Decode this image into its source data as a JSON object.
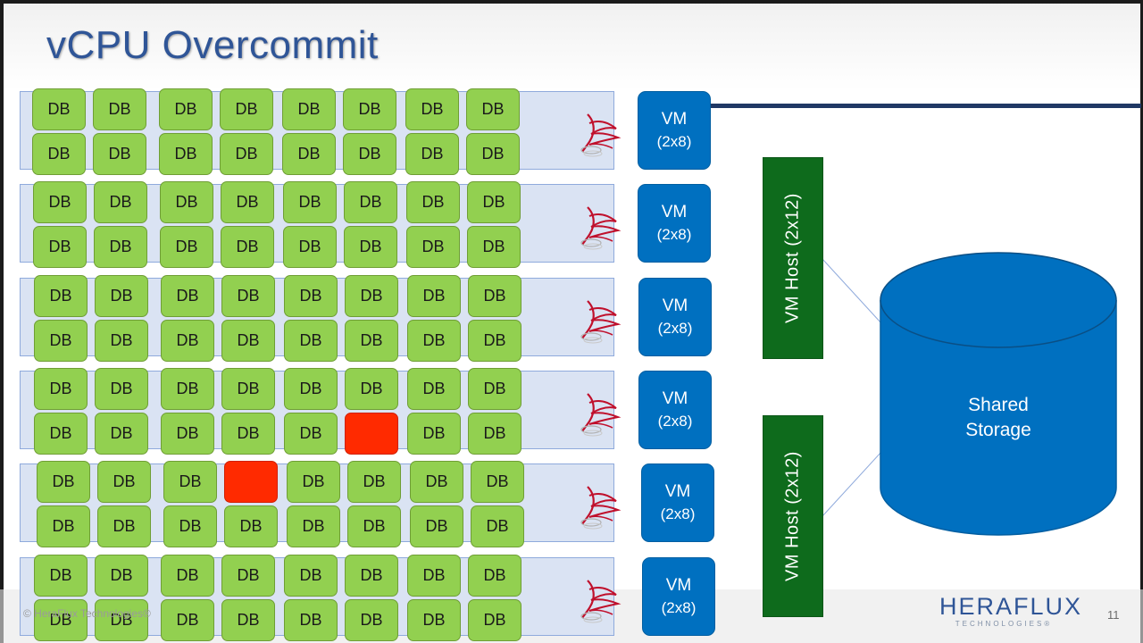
{
  "slide": {
    "title": "vCPU Overcommit",
    "copyright": "© HeraFlux Technologies®",
    "page_number": "11",
    "logo": {
      "main": "HERAFLUX",
      "sub": "TECHNOLOGIES®"
    }
  },
  "db_label": "DB",
  "db_rows": [
    {
      "top": [
        "DB",
        "DB",
        "DB",
        "DB",
        "DB",
        "DB",
        "DB",
        "DB"
      ],
      "bottom": [
        "DB",
        "DB",
        "DB",
        "DB",
        "DB",
        "DB",
        "DB",
        "DB"
      ],
      "failed_top": [],
      "failed_bottom": []
    },
    {
      "top": [
        "DB",
        "DB",
        "DB",
        "DB",
        "DB",
        "DB",
        "DB",
        "DB"
      ],
      "bottom": [
        "DB",
        "DB",
        "DB",
        "DB",
        "DB",
        "DB",
        "DB",
        "DB"
      ],
      "failed_top": [],
      "failed_bottom": []
    },
    {
      "top": [
        "DB",
        "DB",
        "DB",
        "DB",
        "DB",
        "DB",
        "DB",
        "DB"
      ],
      "bottom": [
        "DB",
        "DB",
        "DB",
        "DB",
        "DB",
        "DB",
        "DB",
        "DB"
      ],
      "failed_top": [],
      "failed_bottom": []
    },
    {
      "top": [
        "DB",
        "DB",
        "DB",
        "DB",
        "DB",
        "DB",
        "DB",
        "DB"
      ],
      "bottom": [
        "DB",
        "DB",
        "DB",
        "DB",
        "DB",
        "",
        "DB",
        "DB"
      ],
      "failed_top": [],
      "failed_bottom": [
        5
      ]
    },
    {
      "top": [
        "DB",
        "DB",
        "DB",
        "",
        "DB",
        "DB",
        "DB",
        "DB"
      ],
      "bottom": [
        "DB",
        "DB",
        "DB",
        "DB",
        "DB",
        "DB",
        "DB",
        "DB"
      ],
      "failed_top": [
        3
      ],
      "failed_bottom": []
    },
    {
      "top": [
        "DB",
        "DB",
        "DB",
        "DB",
        "DB",
        "DB",
        "DB",
        "DB"
      ],
      "bottom": [
        "DB",
        "DB",
        "DB",
        "DB",
        "DB",
        "DB",
        "DB",
        "DB"
      ],
      "failed_top": [],
      "failed_bottom": []
    }
  ],
  "vms": [
    {
      "label": "VM",
      "size": "(2x8)"
    },
    {
      "label": "VM",
      "size": "(2x8)"
    },
    {
      "label": "VM",
      "size": "(2x8)"
    },
    {
      "label": "VM",
      "size": "(2x8)"
    },
    {
      "label": "VM",
      "size": "(2x8)"
    },
    {
      "label": "VM",
      "size": "(2x8)"
    }
  ],
  "hosts": [
    {
      "label": "VM Host (2x12)"
    },
    {
      "label": "VM Host (2x12)"
    }
  ],
  "storage": {
    "label_line1": "Shared",
    "label_line2": "Storage"
  },
  "colors": {
    "db_ok": "#92d050",
    "db_failed": "#ff2a00",
    "vm": "#0070c0",
    "host": "#0e6b1c",
    "storage": "#0070c0",
    "row_band": "#dae3f3",
    "title": "#2f5597",
    "sql_icon": "#c0102c"
  },
  "icons": {
    "database_engine": "sql-server-icon"
  }
}
